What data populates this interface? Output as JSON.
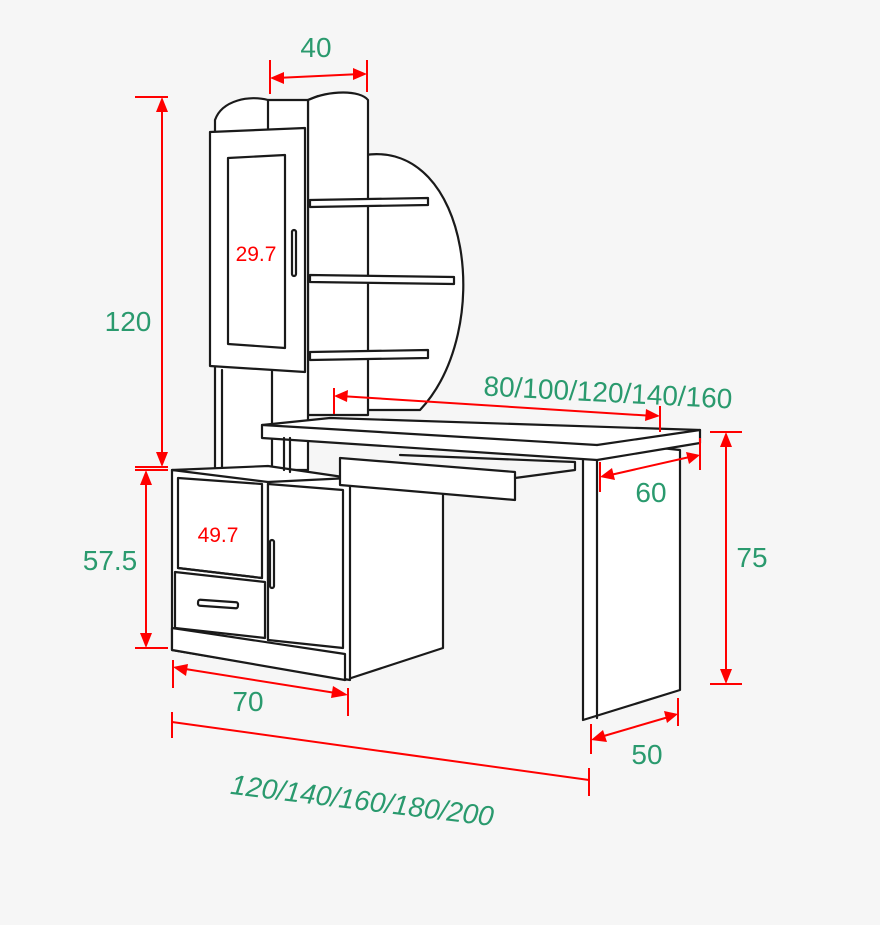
{
  "dimensions": {
    "hutch_width": "40",
    "hutch_height": "120",
    "shelf_depth": "29.7",
    "desk_top_length": "80/100/120/140/160",
    "desk_depth": "60",
    "cabinet_height": "57.5",
    "cabinet_inner": "49.7",
    "desk_height": "75",
    "cabinet_width": "70",
    "leg_depth": "50",
    "total_length": "120/140/160/180/200"
  },
  "colors": {
    "dimension_line": "#ff0000",
    "label": "#2a9a6e",
    "outline": "#1a1a1a"
  }
}
